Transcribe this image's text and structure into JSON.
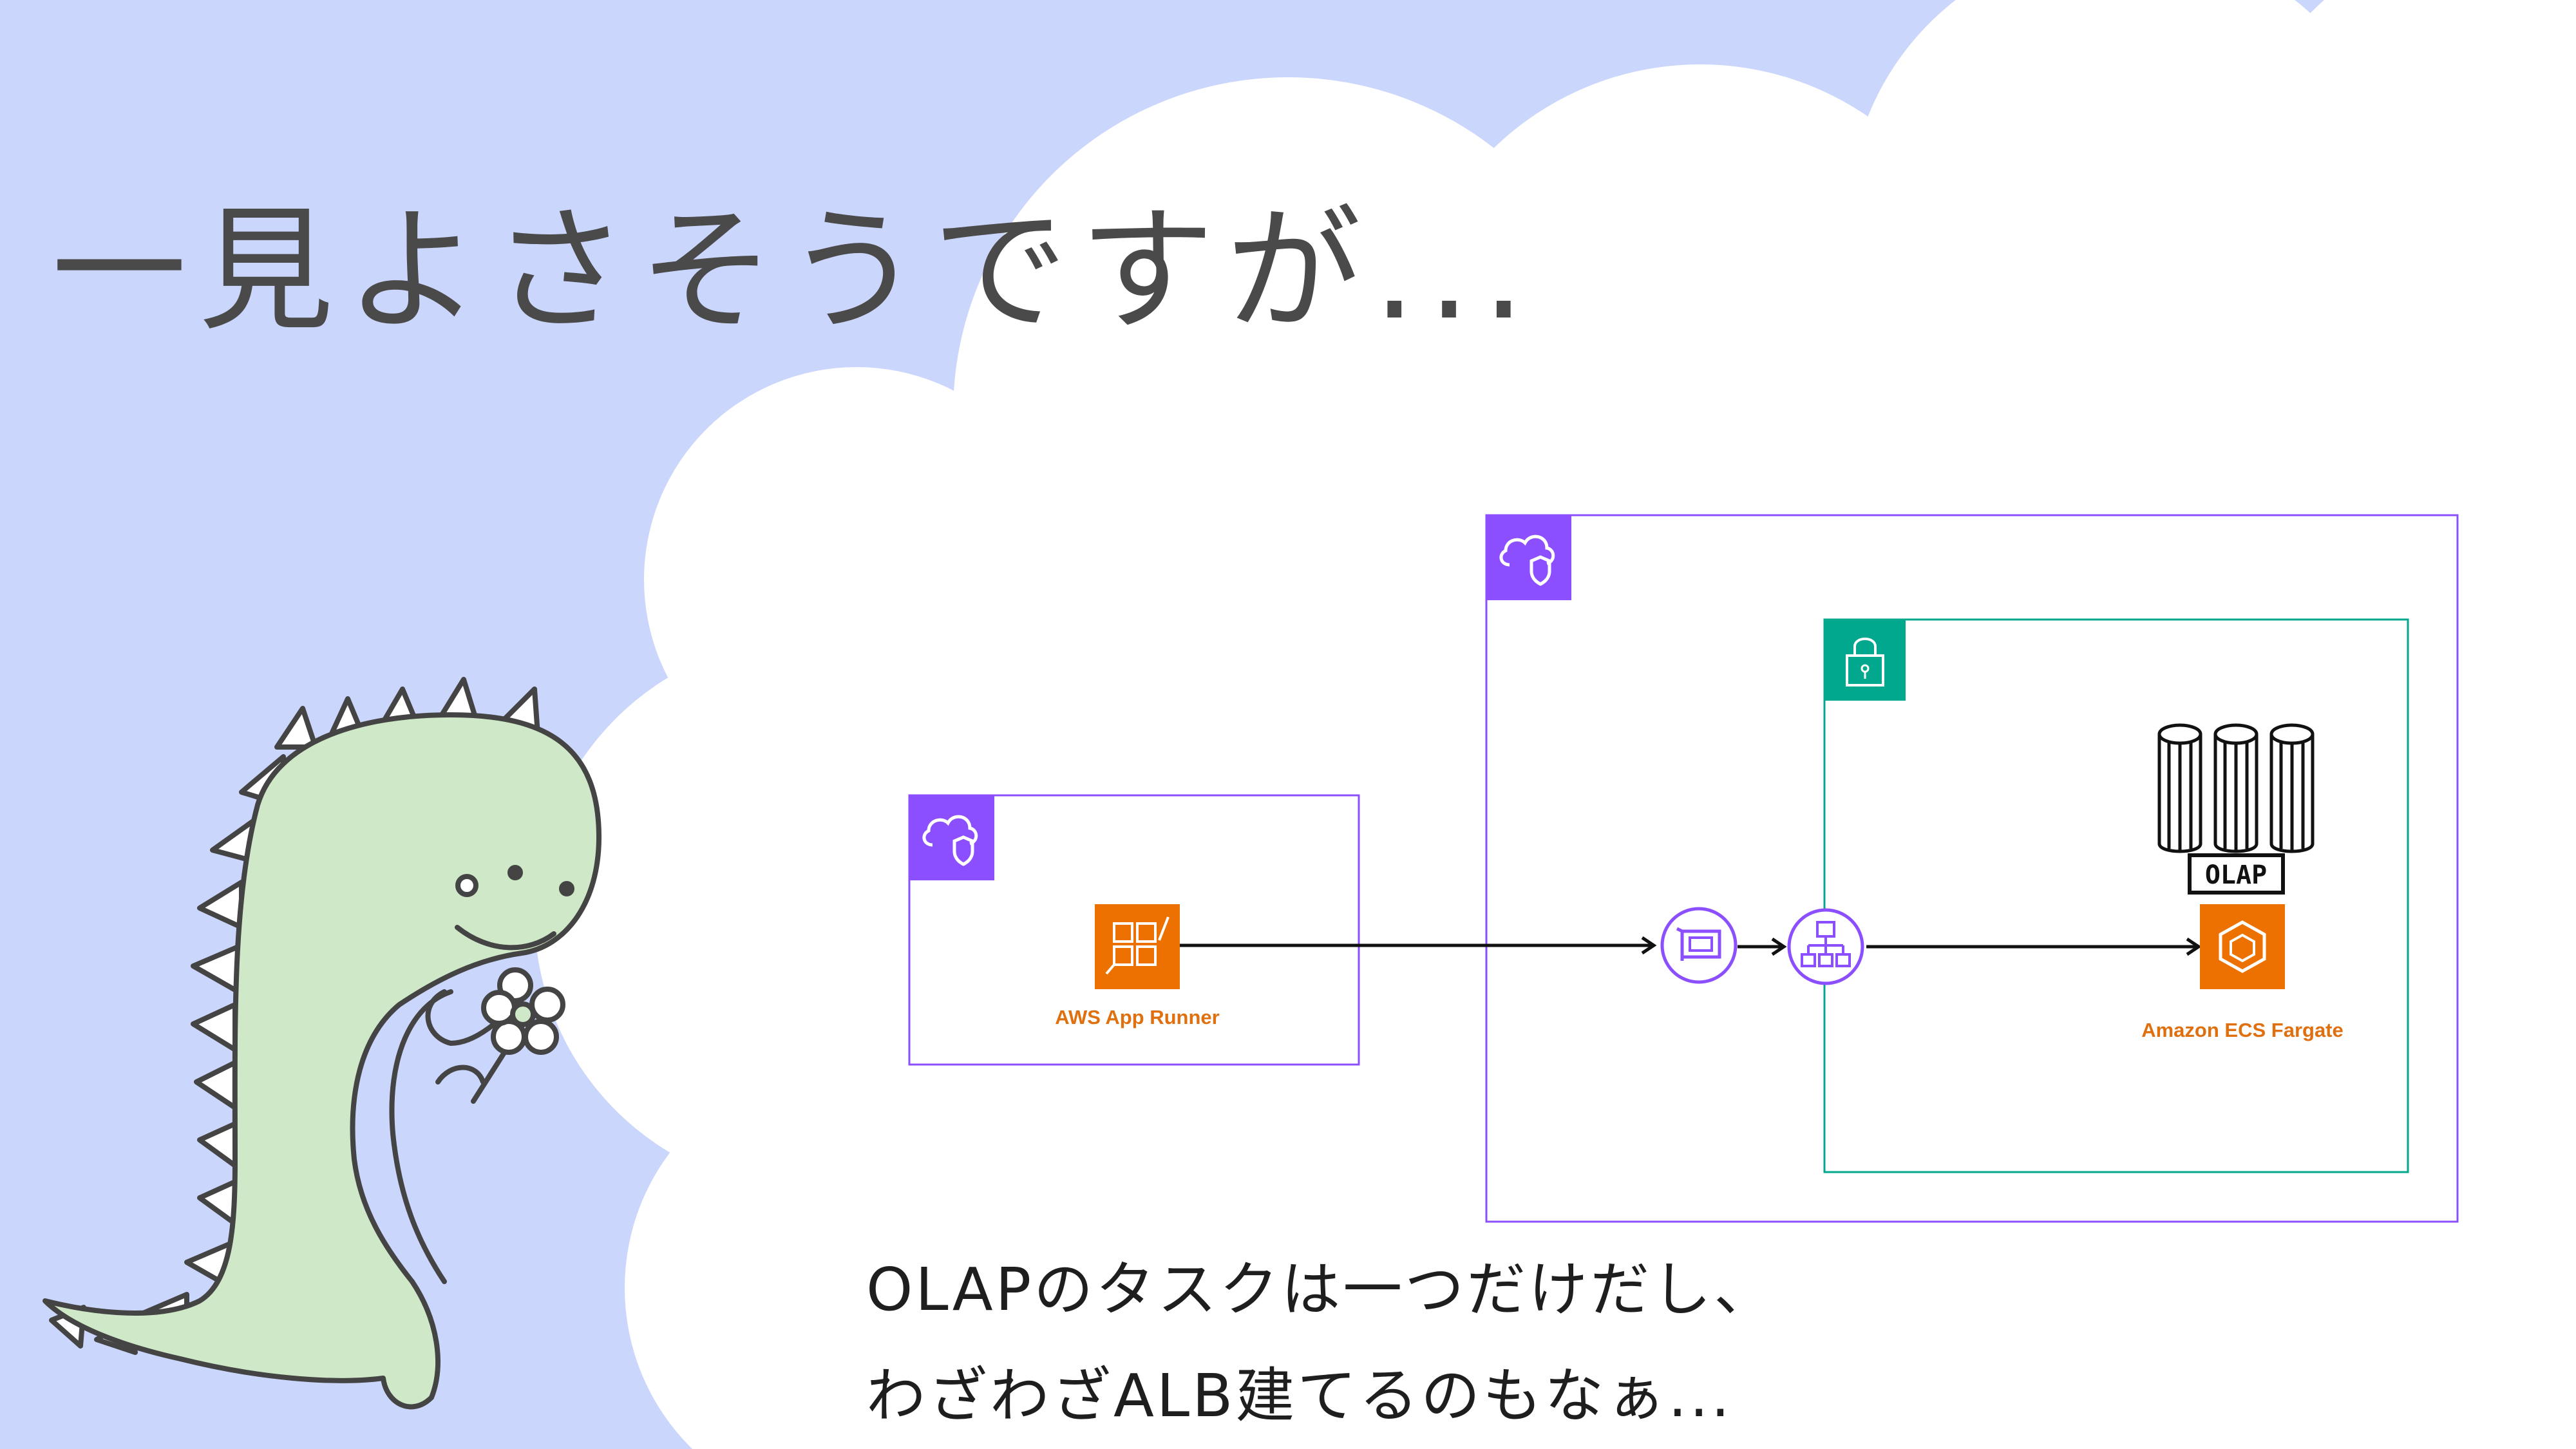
{
  "heading": "一見よさそうですが...",
  "caption": {
    "line1": "OLAPのタスクは一つだけだし、",
    "line2": "わざわざALB建てるのもなぁ..."
  },
  "diagram": {
    "app_runner_label": "AWS App Runner",
    "fargate_label": "Amazon ECS Fargate",
    "olap_label": "OLAP"
  },
  "colors": {
    "background": "#cbd6fc",
    "cloud": "#ffffff",
    "vpc_purple": "#8c4fff",
    "subnet_teal": "#01a88d",
    "aws_orange": "#ed7100",
    "dino_green": "#cfe8c7"
  },
  "icons": {
    "vpc": "cloud-shield-icon",
    "subnet": "lock-icon",
    "app_runner": "app-runner-icon",
    "endpoint": "network-interface-icon",
    "load_balancer": "load-balancer-icon",
    "fargate": "fargate-icon",
    "database": "database-cylinders-icon"
  }
}
